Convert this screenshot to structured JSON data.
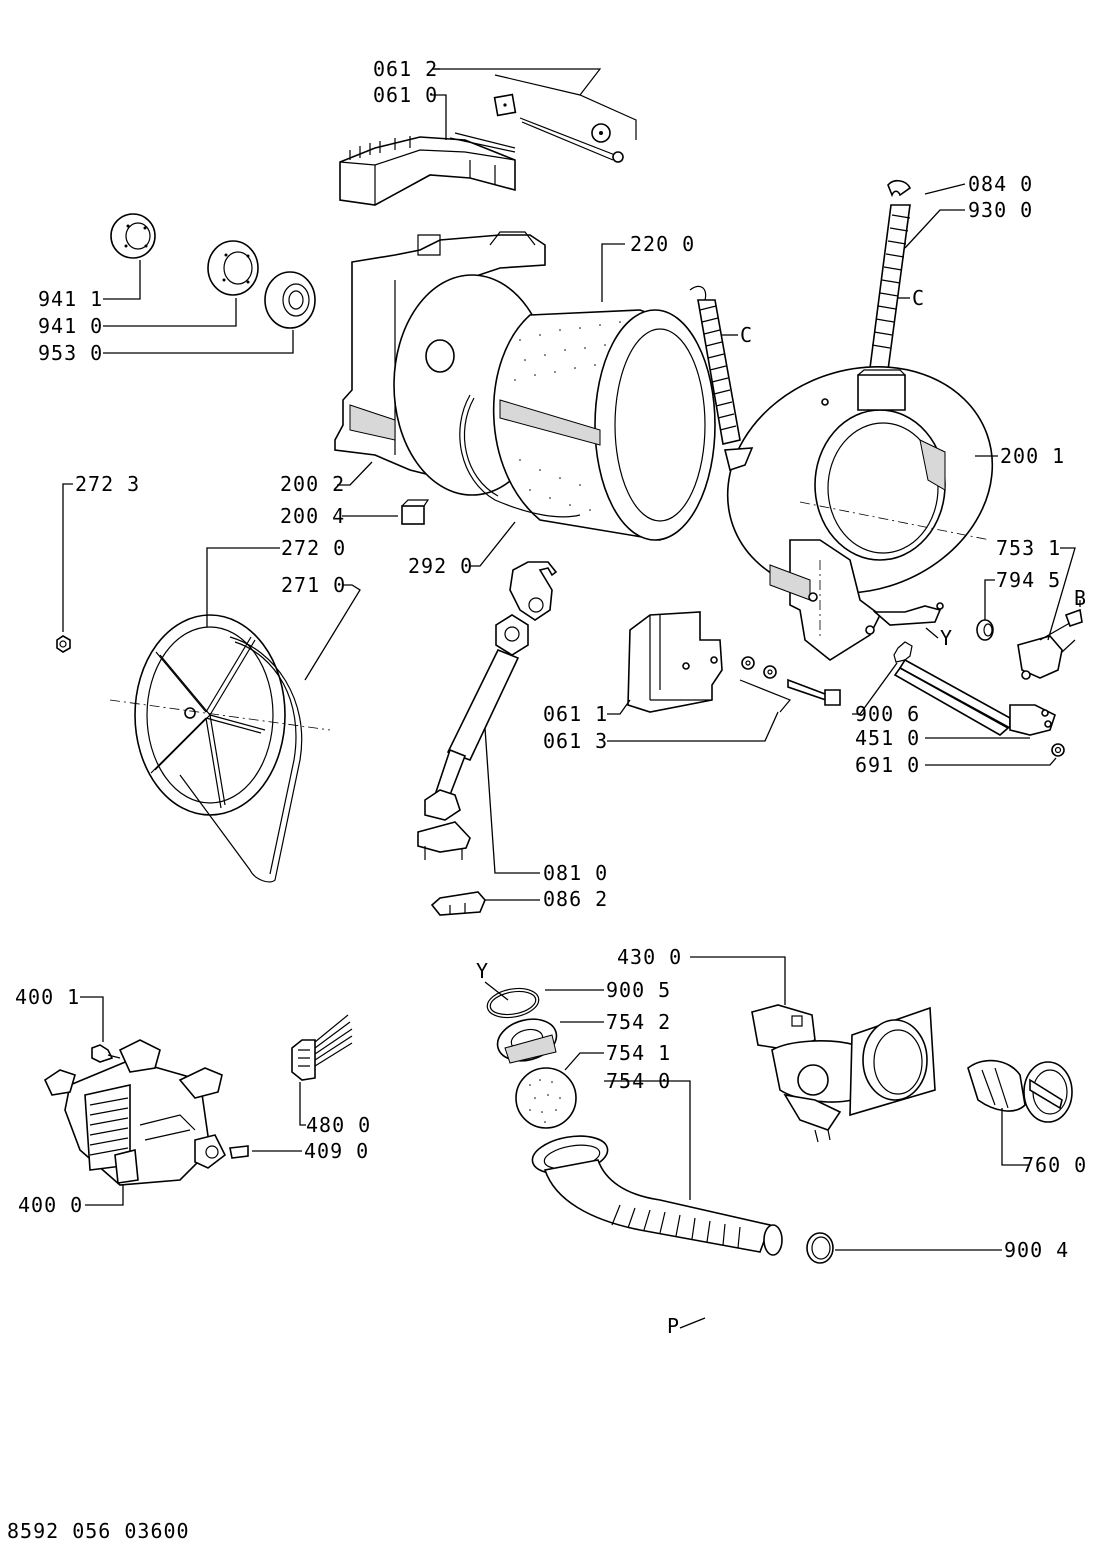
{
  "document_id": "8592 056 03600",
  "labels": {
    "l0612": "061 2",
    "l0610": "061 0",
    "l0840": "084 0",
    "l9300": "930 0",
    "l2200": "220 0",
    "l9411": "941 1",
    "l9410": "941 0",
    "l9530": "953 0",
    "lC1": "C",
    "lC2": "C",
    "l2001": "200 1",
    "l2723": "272 3",
    "l2002": "200 2",
    "l2004": "200 4",
    "l2720": "272 0",
    "l2920": "292 0",
    "l2710": "271 0",
    "l7531": "753 1",
    "l7945": "794 5",
    "lB": "B",
    "lY1": "Y",
    "l0611": "061 1",
    "l0613": "061 3",
    "l9006": "900 6",
    "l4510": "451 0",
    "l6910": "691 0",
    "l0810": "081 0",
    "l0862": "086 2",
    "l4300": "430 0",
    "lY2": "Y",
    "l9005": "900 5",
    "l7542": "754 2",
    "l7541": "754 1",
    "l7540": "754 0",
    "l4001": "400 1",
    "l4800": "480 0",
    "l4090": "409 0",
    "l4000": "400 0",
    "l7600": "760 0",
    "l9004": "900 4",
    "lP": "P"
  }
}
